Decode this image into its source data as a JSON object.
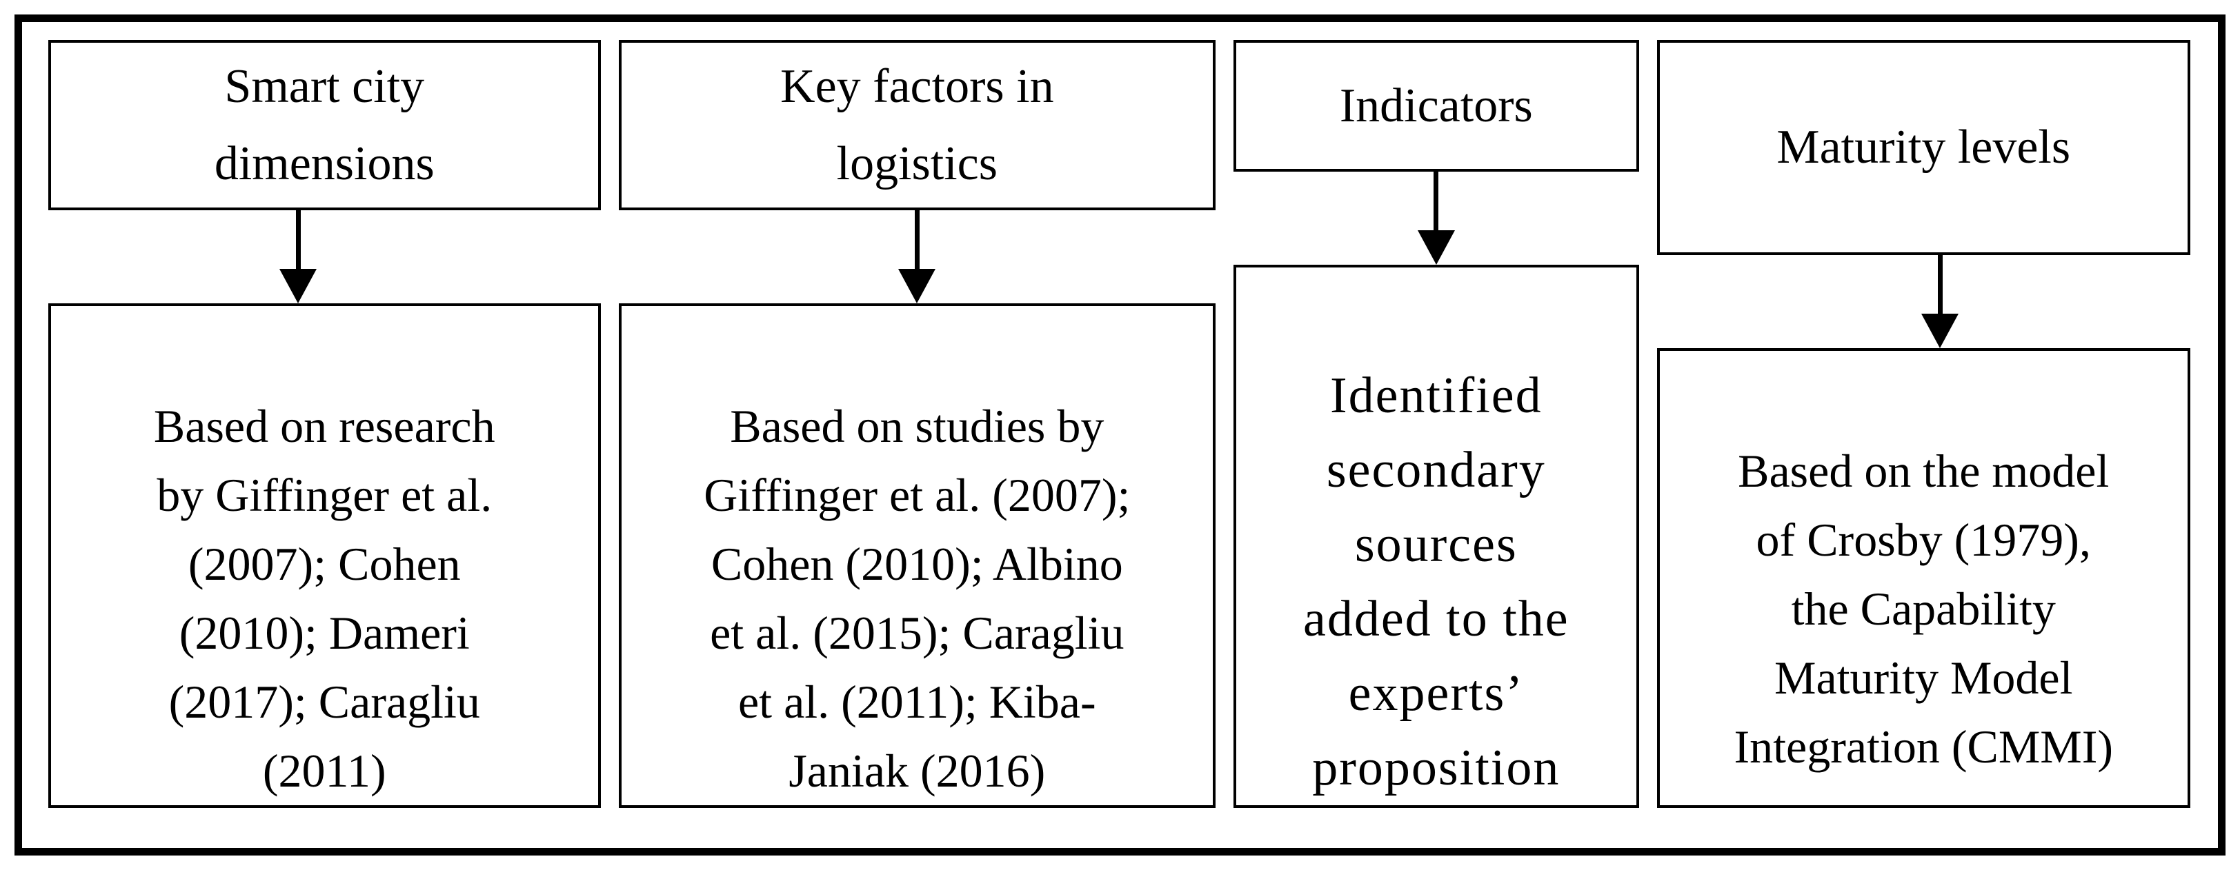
{
  "figure": {
    "type": "flow-diagram",
    "description_visible_structure": "four columns, each a header box with a solid arrow pointing down to a source box",
    "colors": {
      "background": "#ffffff",
      "border": "#000000",
      "text": "#000000"
    },
    "icons": {
      "down_arrow": "solid black vertical line with filled triangle arrowhead pointing down"
    },
    "columns": [
      {
        "header": "Smart city\ndimensions",
        "body": "Based on research\nby Giffinger et al.\n(2007); Cohen\n(2010); Dameri\n(2017); Caragliu\n(2011)"
      },
      {
        "header": "Key factors in\nlogistics",
        "body": "Based on studies by\nGiffinger et al. (2007);\nCohen (2010); Albino\net al. (2015); Caragliu\net al. (2011); Kiba-\nJaniak (2016)"
      },
      {
        "header": "Indicators",
        "body": "Identified\nsecondary\nsources\nadded to the\nexperts’\nproposition"
      },
      {
        "header": "Maturity levels",
        "body": "Based on the model\nof Crosby (1979),\nthe Capability\nMaturity Model\nIntegration (CMMI)"
      }
    ]
  }
}
